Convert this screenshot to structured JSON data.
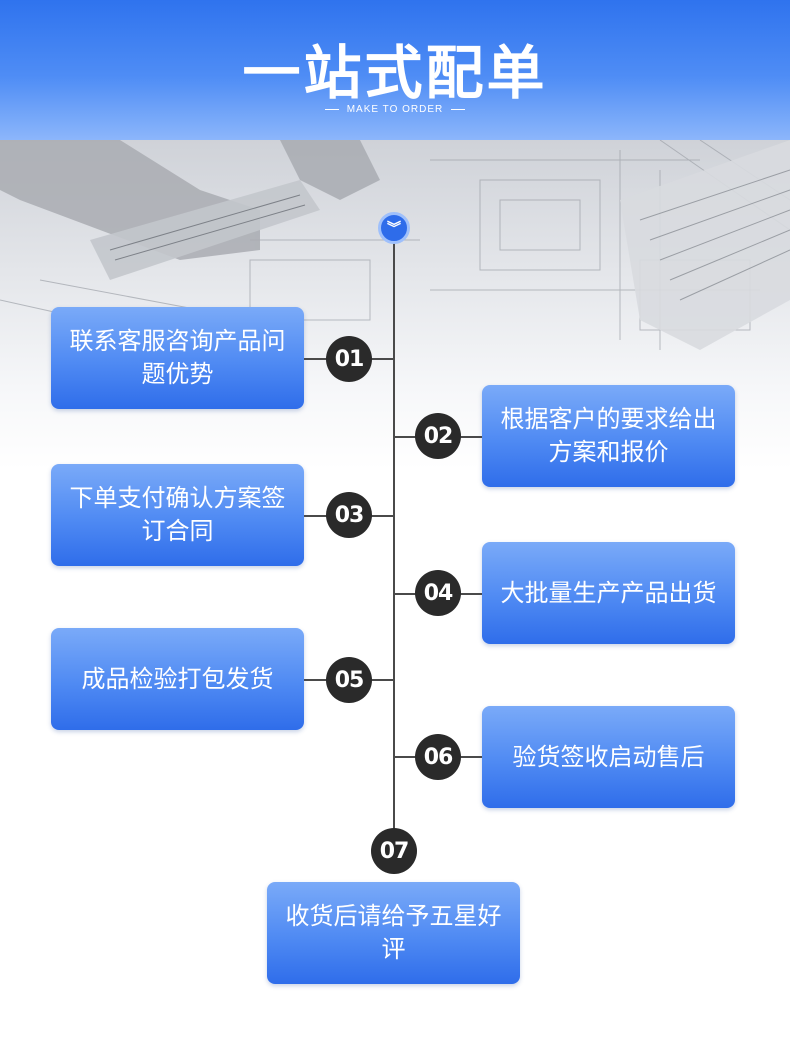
{
  "header": {
    "title": "一站式配单",
    "subtitle": "MAKE TO ORDER"
  },
  "colors": {
    "header_blue": "#2f73ee",
    "card_blue": "#4f8af3",
    "number_dark": "#2a2a2a"
  },
  "steps": [
    {
      "number": "01",
      "text": "联系客服咨询产品问题优势"
    },
    {
      "number": "02",
      "text": "根据客户的要求给出方案和报价"
    },
    {
      "number": "03",
      "text": "下单支付确认方案签订合同"
    },
    {
      "number": "04",
      "text": "大批量生产产品出货"
    },
    {
      "number": "05",
      "text": "成品检验打包发货"
    },
    {
      "number": "06",
      "text": "验货签收启动售后"
    },
    {
      "number": "07",
      "text": "收货后请给予五星好评"
    }
  ],
  "icons": {
    "top_badge": "double-chevron-down-icon"
  }
}
